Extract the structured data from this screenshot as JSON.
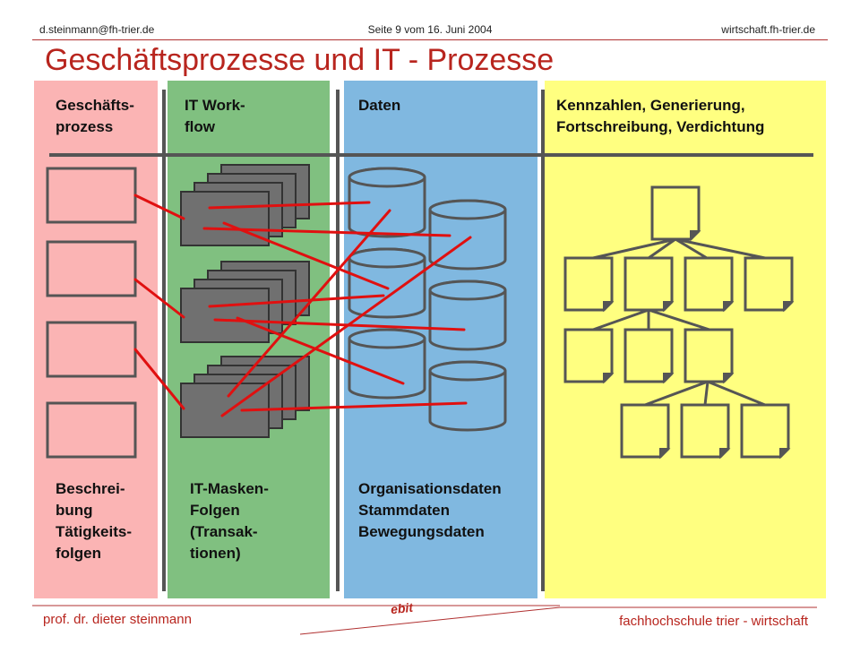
{
  "header": {
    "email": "d.steinmann@fh-trier.de",
    "page_info": "Seite 9 vom 16. Juni 2004",
    "website": "wirtschaft.fh-trier.de"
  },
  "title": "Geschäftsprozesse und IT - Prozesse",
  "columns": [
    {
      "top_label": "Geschäfts-\nprozess",
      "bottom_label": "Beschrei-\nbung\nTätigkeits-\nfolgen",
      "color": "#fbb4b4"
    },
    {
      "top_label": "IT Work-\nflow",
      "bottom_label": "IT-Masken-\nFolgen\n(Transak-\ntionen)",
      "color": "#80c080"
    },
    {
      "top_label": "Daten",
      "bottom_label": "Organisationsdaten\nStammdaten\nBewegungsdaten",
      "color": "#80b8e0"
    },
    {
      "top_label": "Kennzahlen, Generierung,\nFortschreibung, Verdichtung",
      "bottom_label": "",
      "color": "#ffff80"
    }
  ],
  "colors": {
    "connector": "#e01010",
    "title": "#b8251e",
    "stack_fill": "#707070",
    "shape_stroke": "#555555"
  },
  "footer": {
    "author": "prof. dr. dieter steinmann",
    "logo": "ebit",
    "institution": "fachhochschule trier - wirtschaft"
  }
}
